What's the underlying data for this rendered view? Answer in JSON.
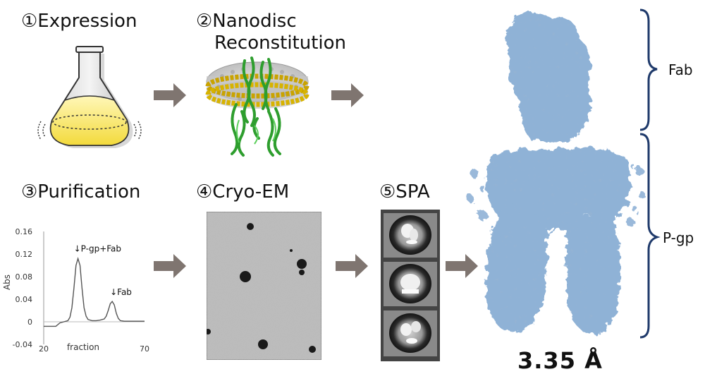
{
  "steps": {
    "s1": "①Expression",
    "s2a": "②Nanodisc",
    "s2b": "Reconstitution",
    "s3": "③Purification",
    "s4": "④Cryo-EM",
    "s5": "⑤SPA"
  },
  "chart_data": {
    "type": "line",
    "title": "",
    "xlabel": "fraction",
    "ylabel": "Abs",
    "xlim": [
      20,
      70
    ],
    "ylim": [
      -0.04,
      0.16
    ],
    "x_ticks": [
      "20",
      "70"
    ],
    "y_ticks": [
      "0.16",
      "0.12",
      "0.08",
      "0.04",
      "0",
      "-0.04"
    ],
    "annotations": [
      {
        "text": "↓P-gp+Fab",
        "x": 37,
        "y": 0.112
      },
      {
        "text": "↓Fab",
        "x": 55,
        "y": 0.035
      }
    ],
    "series": [
      {
        "x": [
          20,
          24,
          26,
          28,
          30,
          32,
          33,
          34,
          35,
          36,
          37,
          38,
          39,
          40,
          41,
          42,
          44,
          46,
          48,
          50,
          51,
          52,
          53,
          54,
          55,
          56,
          57,
          58,
          60,
          62,
          65,
          70
        ],
        "values": [
          -0.008,
          -0.008,
          -0.008,
          -0.002,
          0,
          0.002,
          0.008,
          0.025,
          0.06,
          0.1,
          0.112,
          0.1,
          0.06,
          0.025,
          0.01,
          0.004,
          0.002,
          0.002,
          0.003,
          0.005,
          0.01,
          0.02,
          0.032,
          0.036,
          0.03,
          0.015,
          0.006,
          0.002,
          0.001,
          0.001,
          0.001,
          0.001
        ]
      }
    ]
  },
  "structure": {
    "labels": {
      "fab": "Fab",
      "pgp": "P-gp"
    },
    "resolution": "3.35 Å"
  },
  "colors": {
    "arrow": "#7f7570",
    "density": "#8fb2d6",
    "brace": "#1f3a6b",
    "trace": "#555555"
  }
}
